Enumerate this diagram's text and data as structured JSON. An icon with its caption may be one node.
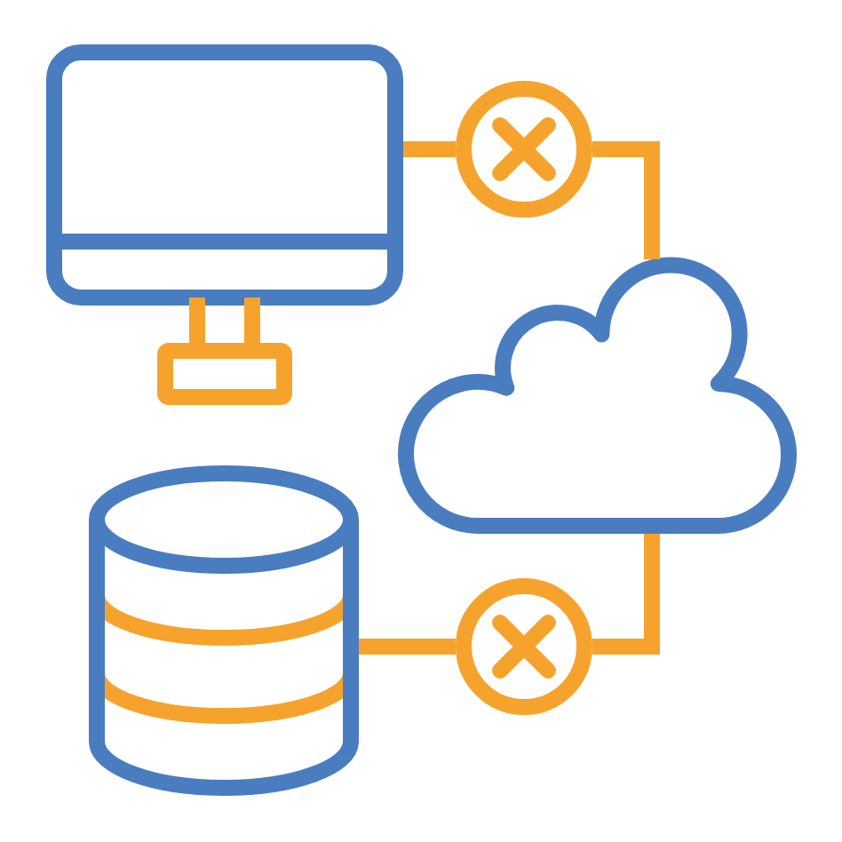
{
  "diagram": {
    "nodes": [
      {
        "text": [],
        "shape": "monitor"
      },
      {
        "text": [],
        "shape": "circle"
      },
      {
        "text": [],
        "shape": "cloud"
      },
      {
        "text": [],
        "shape": "cylinder"
      },
      {
        "text": [],
        "shape": "circle"
      }
    ],
    "edges": [
      {
        "from": 0,
        "to": 1,
        "arrow": "none"
      },
      {
        "from": 1,
        "to": 2,
        "arrow": "none"
      },
      {
        "from": 2,
        "to": 4,
        "arrow": "none"
      },
      {
        "from": 3,
        "to": 4,
        "arrow": "none"
      }
    ]
  }
}
